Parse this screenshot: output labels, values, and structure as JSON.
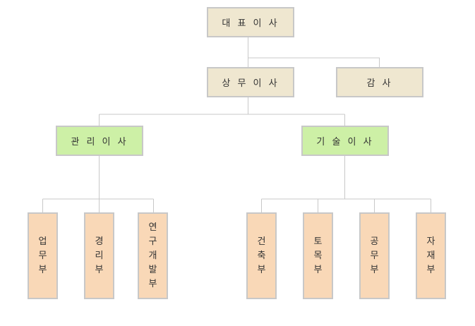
{
  "org_chart": {
    "ceo": "대 표 이 사",
    "managing_director": "상 무 이 사",
    "auditor": "감 사",
    "admin_director": "관 리 이 사",
    "tech_director": "기 술 이 사",
    "admin_departments": [
      {
        "chars": [
          "업",
          "무",
          "부"
        ]
      },
      {
        "chars": [
          "경",
          "리",
          "부"
        ]
      },
      {
        "chars": [
          "연",
          "구",
          "개",
          "발",
          "부"
        ]
      }
    ],
    "tech_departments": [
      {
        "chars": [
          "건",
          "축",
          "부"
        ]
      },
      {
        "chars": [
          "토",
          "목",
          "부"
        ]
      },
      {
        "chars": [
          "공",
          "무",
          "부"
        ]
      },
      {
        "chars": [
          "자",
          "재",
          "부"
        ]
      }
    ]
  },
  "colors": {
    "executive_fill": "#efe7d0",
    "director_fill": "#cdf0a6",
    "department_fill": "#f9d8b7",
    "border": "#c8c8c8",
    "connector": "#c8c8c8"
  }
}
